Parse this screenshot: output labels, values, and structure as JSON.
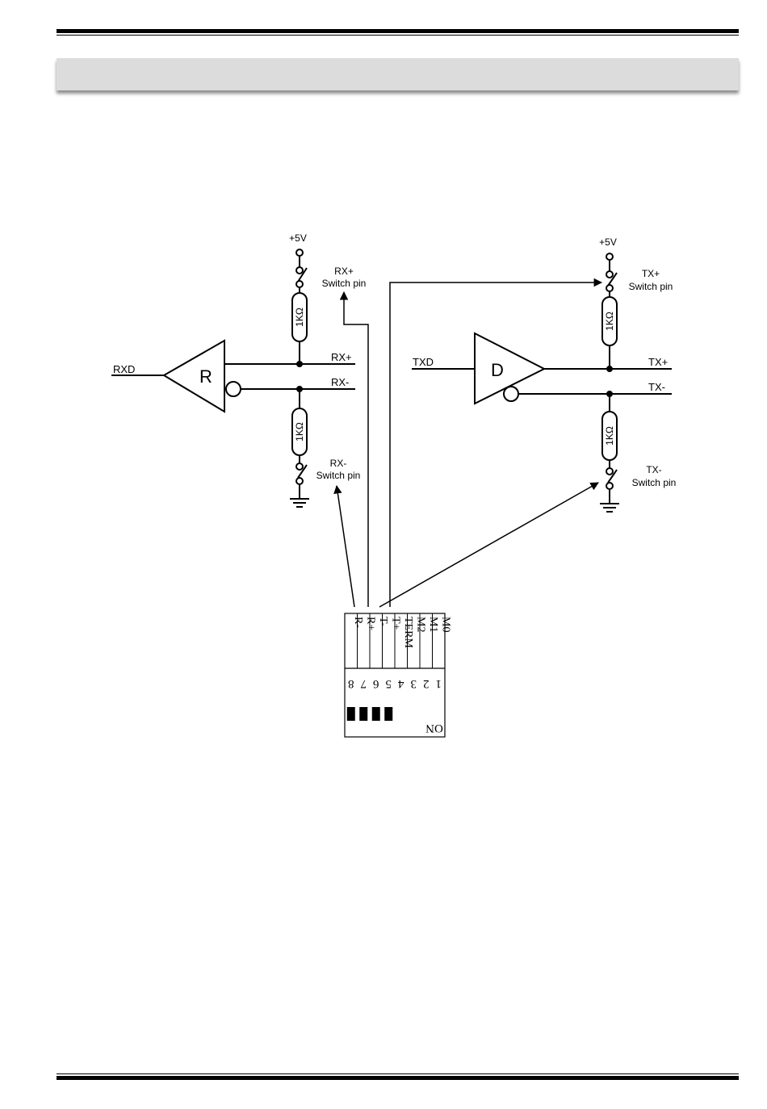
{
  "receiver": {
    "symbol": "R",
    "input_label": "RXD",
    "supply": "+5V",
    "resistor_top": "1KΩ",
    "resistor_bottom": "1KΩ",
    "line_pos": "RX+",
    "line_neg": "RX-",
    "switch_top_line1": "RX+",
    "switch_top_line2": "Switch pin",
    "switch_bottom_line1": "RX-",
    "switch_bottom_line2": "Switch pin"
  },
  "driver": {
    "symbol": "D",
    "input_label": "TXD",
    "supply": "+5V",
    "resistor_top": "1KΩ",
    "resistor_bottom": "1KΩ",
    "line_pos": "TX+",
    "line_neg": "TX-",
    "switch_top_line1": "TX+",
    "switch_top_line2": "Switch pin",
    "switch_bottom_line1": "TX-",
    "switch_bottom_line2": "Switch pin"
  },
  "dip_switch": {
    "on_label": "ON",
    "positions": [
      {
        "number": "1",
        "name": "M0",
        "on": false
      },
      {
        "number": "2",
        "name": "M1",
        "on": false
      },
      {
        "number": "3",
        "name": "M2",
        "on": false
      },
      {
        "number": "4",
        "name": "TERM",
        "on": false
      },
      {
        "number": "5",
        "name": "T+",
        "on": true
      },
      {
        "number": "6",
        "name": "T-",
        "on": true
      },
      {
        "number": "7",
        "name": "R+",
        "on": true
      },
      {
        "number": "8",
        "name": "R-",
        "on": true
      }
    ]
  }
}
